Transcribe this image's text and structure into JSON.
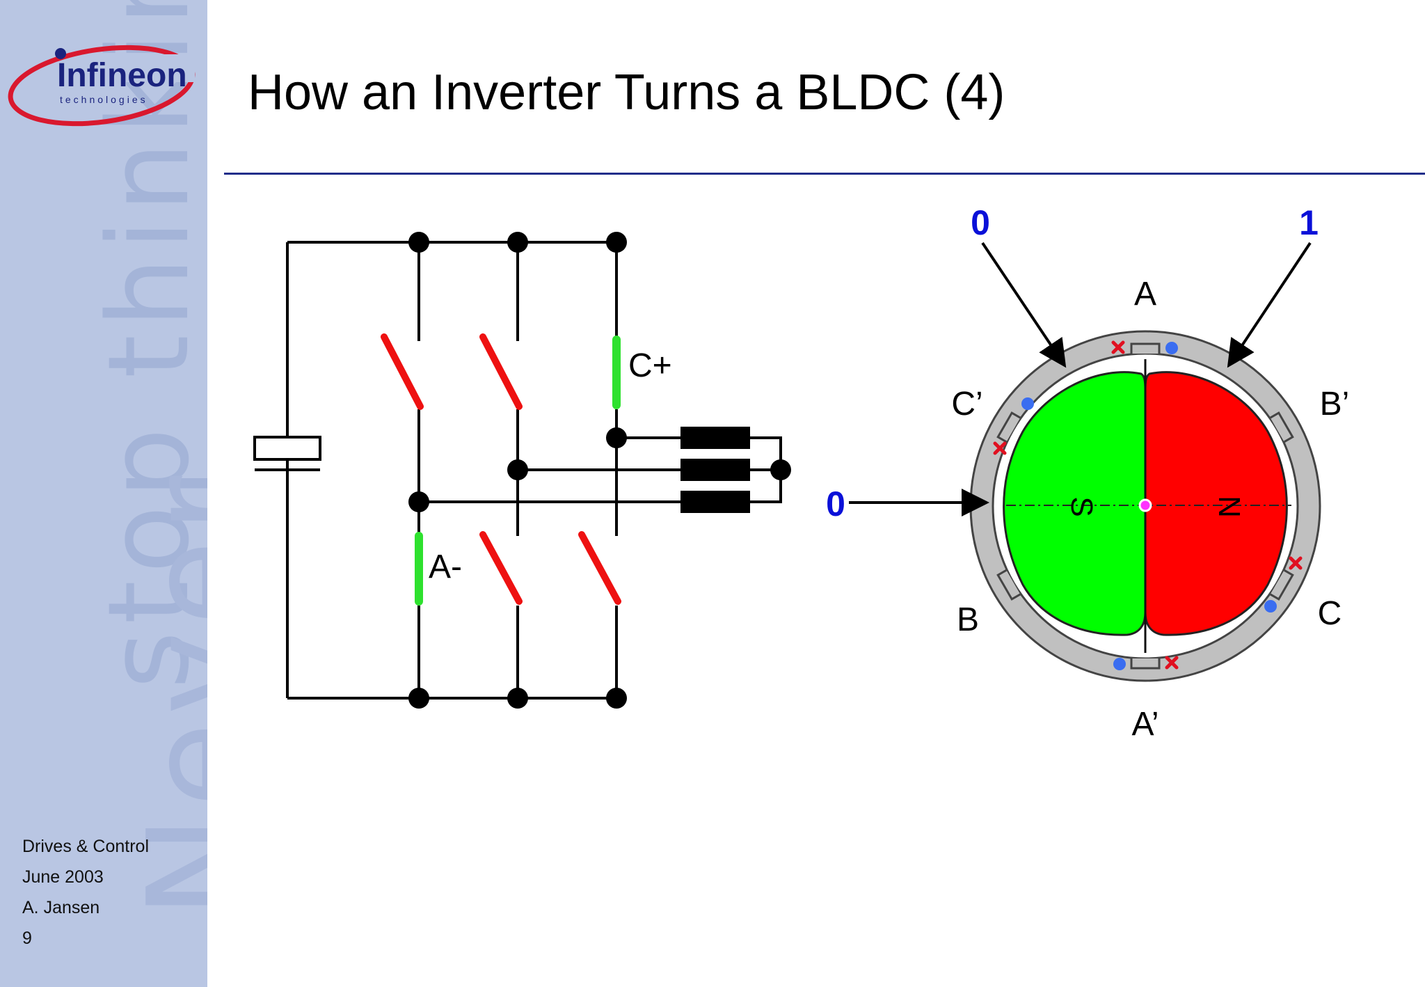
{
  "slide": {
    "title": "How an Inverter Turns a BLDC (4)",
    "page_number": "9"
  },
  "logo": {
    "brand": "Infineon",
    "sub": "technologies"
  },
  "watermark": {
    "line1": "stop thinking",
    "line2": "Never"
  },
  "footer": {
    "department": "Drives & Control",
    "date": "June 2003",
    "author": "A. Jansen"
  },
  "inverter": {
    "label_top_switch": "C+",
    "label_bottom_switch": "A-"
  },
  "motor": {
    "phase_labels": {
      "A": "A",
      "A_prime": "A’",
      "B": "B",
      "B_prime": "B’",
      "C": "C",
      "C_prime": "C’"
    },
    "pole_s": "S",
    "pole_n": "N",
    "phase_values": {
      "left_top": "0",
      "right_top": "1",
      "left_middle": "0"
    }
  },
  "colors": {
    "switch_on": "#2ee12e",
    "switch_off": "#ee1111",
    "pole_s": "#00ff00",
    "pole_n": "#ff0000",
    "value_blue": "#0a10d8",
    "stator_gray": "#c0c0c0",
    "dot_blue": "#3a6df0",
    "cross_red": "#e01020"
  }
}
